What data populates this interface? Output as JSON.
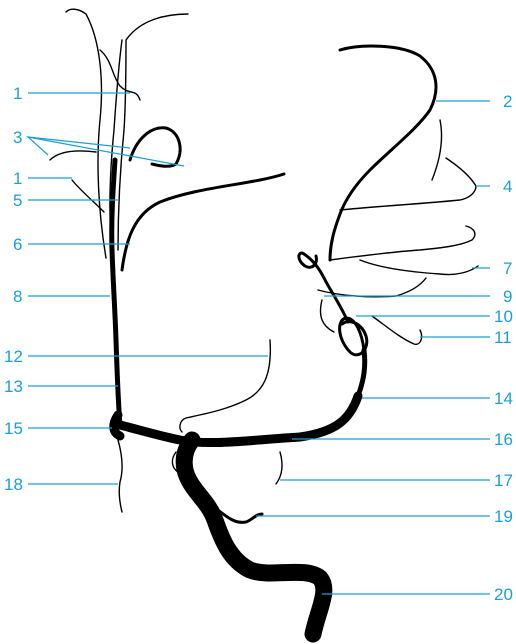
{
  "labels": {
    "l1a": "1",
    "l1b": "1",
    "l2": "2",
    "l3": "3",
    "l4": "4",
    "l5": "5",
    "l6": "6",
    "l7": "7",
    "l8": "8",
    "l9": "9",
    "l10": "10",
    "l11": "11",
    "l12": "12",
    "l13": "13",
    "l14": "14",
    "l15": "15",
    "l16": "16",
    "l17": "17",
    "l18": "18",
    "l19": "19",
    "l20": "20"
  },
  "colors": {
    "label": "#1a9fd6",
    "vessel": "#000000"
  }
}
